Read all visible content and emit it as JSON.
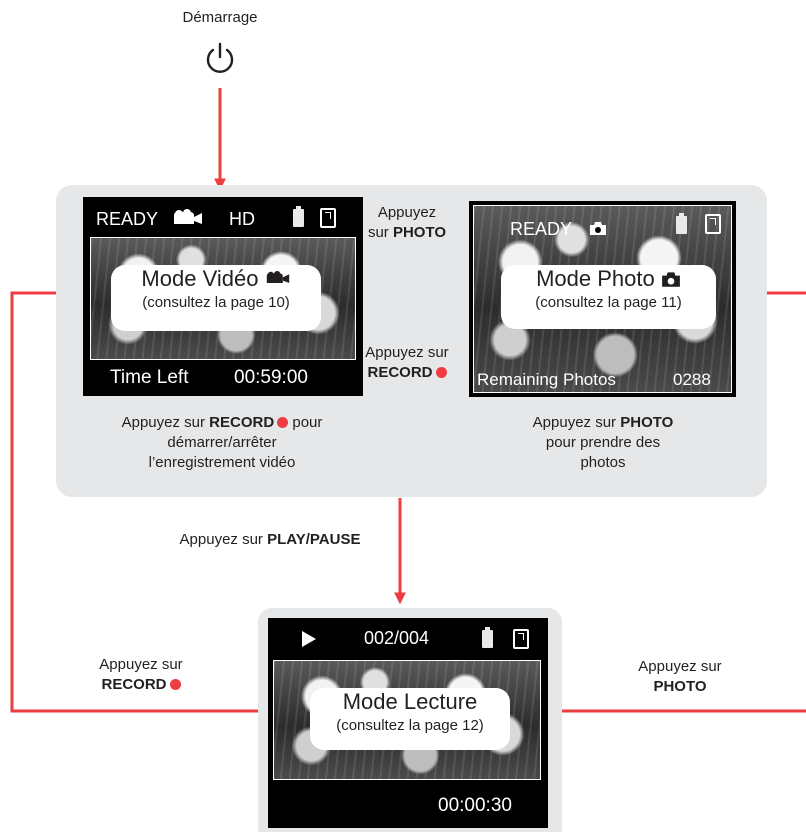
{
  "start": {
    "label": "Démarrage"
  },
  "video_mode": {
    "status": "READY",
    "quality": "HD",
    "title": "Mode Vidéo",
    "page_ref": "(consultez la page 10)",
    "footer_label": "Time Left",
    "footer_value": "00:59:00",
    "caption_prefix": "Appuyez sur",
    "caption_key": "RECORD",
    "caption_suffix": "pour",
    "caption_line2": "démarrer/arrêter",
    "caption_line3": "l’enregistrement vidéo"
  },
  "photo_mode": {
    "status": "READY",
    "title": "Mode Photo",
    "page_ref": "(consultez la page 11)",
    "footer_label": "Remaining Photos",
    "footer_value": "0288",
    "caption_prefix": "Appuyez sur",
    "caption_key": "PHOTO",
    "caption_line2": "pour prendre des",
    "caption_line3": "photos"
  },
  "to_photo": {
    "line1": "Appuyez",
    "prefix": "sur",
    "key": "PHOTO"
  },
  "to_video": {
    "line1": "Appuyez sur",
    "key": "RECORD"
  },
  "to_playback": {
    "prefix": "Appuyez sur",
    "key": "PLAY/PAUSE"
  },
  "playback_mode": {
    "counter": "002/004",
    "title": "Mode Lecture",
    "page_ref": "(consultez la page 12)",
    "footer_value": "00:00:30"
  },
  "left_return": {
    "line1": "Appuyez sur",
    "key": "RECORD"
  },
  "right_return": {
    "line1": "Appuyez sur",
    "key": "PHOTO"
  },
  "colors": {
    "arrow": "#ee3d42",
    "panel": "#e6e7e8",
    "screen": "#000000",
    "text": "#231f20"
  },
  "icons": [
    "power-icon",
    "video-camera-icon",
    "photo-camera-icon",
    "battery-icon",
    "sd-card-icon",
    "play-icon",
    "record-dot-icon"
  ]
}
